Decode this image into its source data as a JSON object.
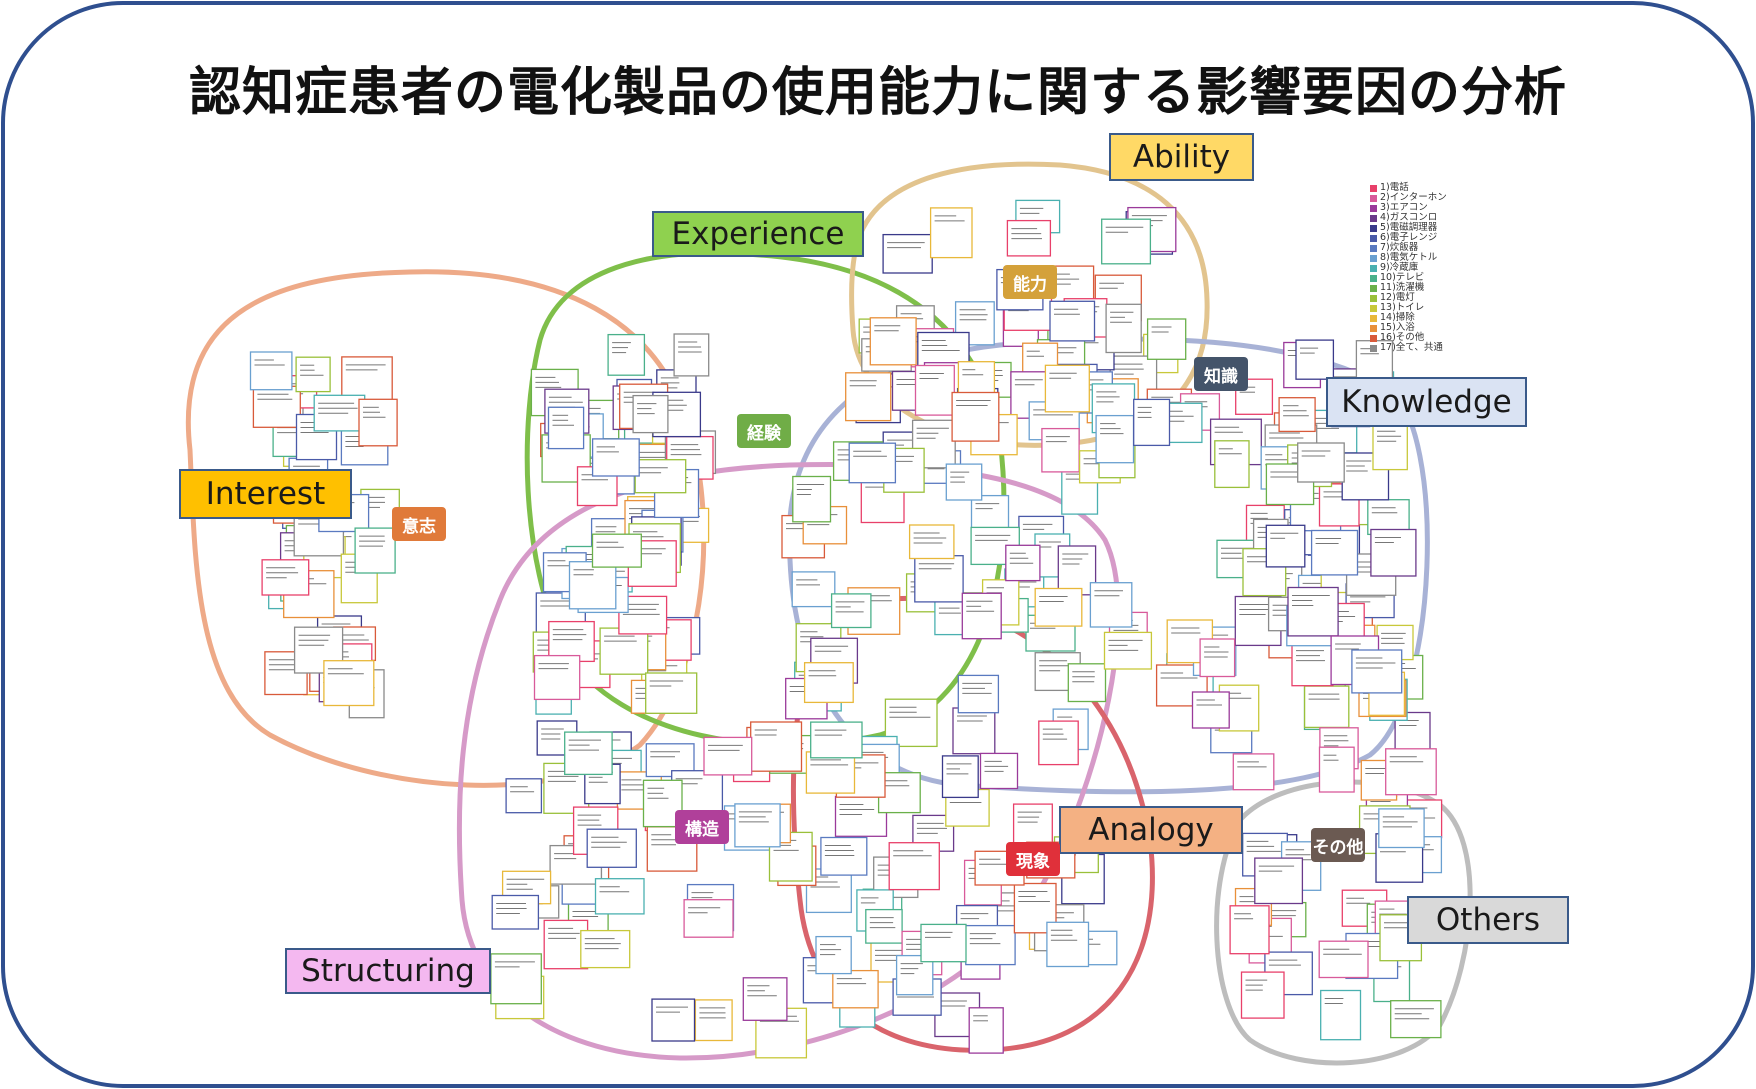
{
  "title": "認知症患者の電化製品の使用能力に関する影響要因の分析",
  "english_labels": {
    "ability": "Ability",
    "experience": "Experience",
    "interest": "Interest",
    "knowledge": "Knowledge",
    "analogy": "Analogy",
    "structuring": "Structuring",
    "others": "Others"
  },
  "japanese_labels": {
    "ability": "能力",
    "experience": "経験",
    "interest": "意志",
    "knowledge": "知識",
    "analogy": "現象",
    "structuring": "構造",
    "others": "その他"
  },
  "colors": {
    "frame": "#2f4f8f",
    "ability_ring": "#e2c48e",
    "experience_ring": "#7fbf4a",
    "interest_ring": "#eeaa88",
    "knowledge_ring": "#a8b2d6",
    "analogy_ring": "#d9646c",
    "structuring_ring": "#d69ac8",
    "others_ring": "#bdbdbd",
    "ability_box": "#ffd966",
    "experience_box": "#8fd14f",
    "interest_box": "#ffc000",
    "knowledge_box": "#dae3f3",
    "analogy_box": "#f4b183",
    "structuring_box": "#f4b8f0",
    "others_box": "#d9d9d9",
    "ability_tag": "#d4a13a",
    "experience_tag": "#70ad47",
    "interest_tag": "#e07a3a",
    "knowledge_tag": "#44546a",
    "analogy_tag": "#e0303a",
    "structuring_tag": "#b0409a",
    "others_tag": "#6b5a52"
  },
  "legend": [
    {
      "label": "1)電話",
      "color": "#e8406a"
    },
    {
      "label": "2)インターホン",
      "color": "#d85a9a"
    },
    {
      "label": "3)エアコン",
      "color": "#9a3a9a"
    },
    {
      "label": "4)ガスコンロ",
      "color": "#6a3a8a"
    },
    {
      "label": "5)電磁調理器",
      "color": "#3a3a8a"
    },
    {
      "label": "6)電子レンジ",
      "color": "#4a5aa8"
    },
    {
      "label": "7)炊飯器",
      "color": "#5a7ac0"
    },
    {
      "label": "8)電気ケトル",
      "color": "#6aa0d0"
    },
    {
      "label": "9)冷蔵庫",
      "color": "#4ab0b0"
    },
    {
      "label": "10)テレビ",
      "color": "#4ab08a"
    },
    {
      "label": "11)洗濯機",
      "color": "#6ab04a"
    },
    {
      "label": "12)電灯",
      "color": "#9ac03a"
    },
    {
      "label": "13)トイレ",
      "color": "#c8c83a"
    },
    {
      "label": "14)掃除",
      "color": "#e8b83a"
    },
    {
      "label": "15)入浴",
      "color": "#e8903a"
    },
    {
      "label": "16)その他",
      "color": "#d85a3a"
    },
    {
      "label": "17)全て、共通",
      "color": "#8a8a8a"
    }
  ]
}
